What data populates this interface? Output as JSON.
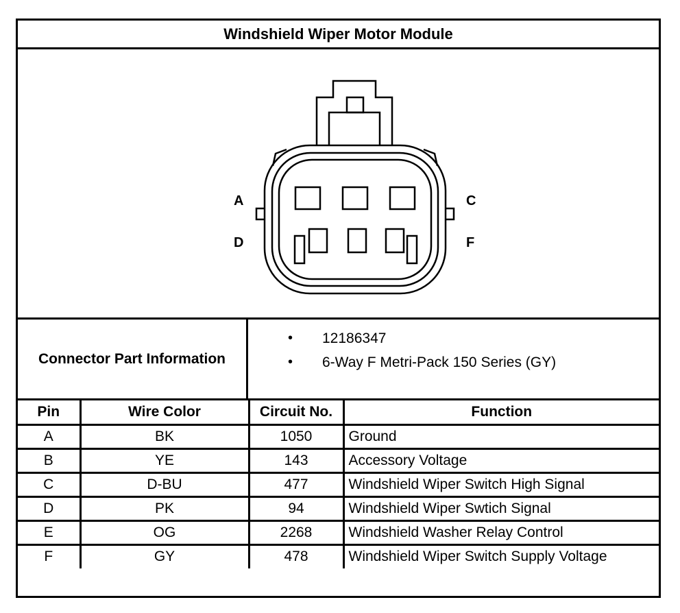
{
  "title": "Windshield Wiper Motor Module",
  "pin_labels": [
    "A",
    "C",
    "D",
    "F"
  ],
  "connector_info": {
    "label": "Connector Part Information",
    "items": [
      "12186347",
      "6-Way F Metri-Pack 150 Series (GY)"
    ],
    "bullet": "•"
  },
  "table": {
    "headers": [
      "Pin",
      "Wire Color",
      "Circuit No.",
      "Function"
    ],
    "rows": [
      [
        "A",
        "BK",
        "1050",
        "Ground"
      ],
      [
        "B",
        "YE",
        "143",
        "Accessory Voltage"
      ],
      [
        "C",
        "D-BU",
        "477",
        "Windshield Wiper Switch High Signal"
      ],
      [
        "D",
        "PK",
        "94",
        "Windshield Wiper Swtich Signal"
      ],
      [
        "E",
        "OG",
        "2268",
        "Windshield Washer Relay Control"
      ],
      [
        "F",
        "GY",
        "478",
        "Windshield Wiper Switch Supply Voltage"
      ]
    ]
  }
}
